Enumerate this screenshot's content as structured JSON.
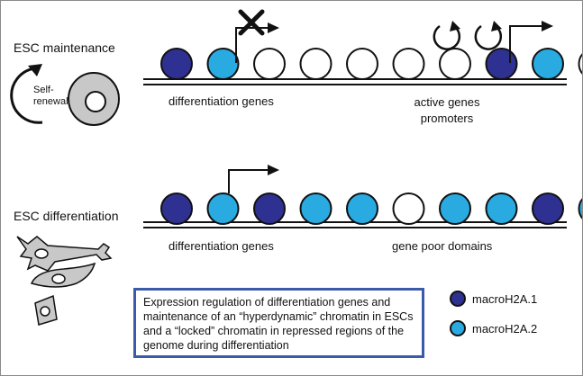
{
  "colors": {
    "dark": "#2e3192",
    "light": "#29abe2",
    "empty": "#ffffff",
    "cell": "#c8c8c8",
    "box_border": "#3a5ba9"
  },
  "top": {
    "title": "ESC maintenance",
    "self_renewal": "Self-\nrenewal",
    "nucleosomes": [
      "dark",
      "light",
      "empty",
      "empty",
      "empty",
      "empty",
      "empty",
      "dark",
      "light",
      "empty"
    ],
    "caption_left": "differentiation genes",
    "caption_right": "active genes\npromoters"
  },
  "bottom": {
    "title": "ESC differentiation",
    "nucleosomes": [
      "dark",
      "light",
      "dark",
      "light",
      "light",
      "empty",
      "light",
      "light",
      "dark",
      "light"
    ],
    "caption_left": "differentiation genes",
    "caption_right": "gene poor domains"
  },
  "note": "Expression regulation of differentiation genes  and maintenance of an “hyperdynamic” chromatin in ESCs and a “locked” chromatin in repressed regions of the genome during differentiation",
  "legend": [
    {
      "key": "dark",
      "label": "macroH2A.1"
    },
    {
      "key": "light",
      "label": "macroH2A.2"
    }
  ]
}
